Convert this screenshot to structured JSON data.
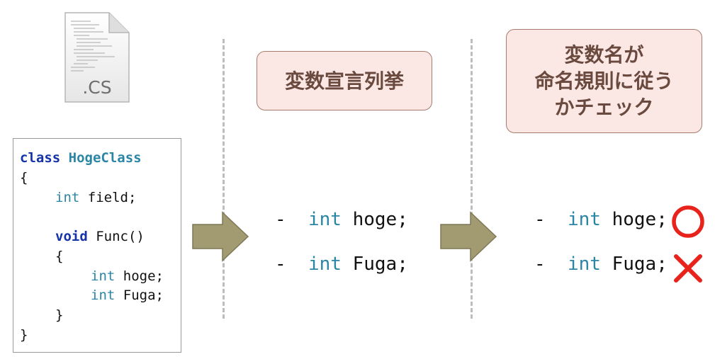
{
  "file_icon": {
    "extension_label": ".CS",
    "name": "cs-file-icon"
  },
  "code": {
    "line1_kw": "class",
    "line1_name": "HogeClass",
    "line2": "{",
    "line3_kw": "int",
    "line3_rest": " field;",
    "line4_kw": "void",
    "line4_rest": " Func()",
    "line5": "{",
    "line6_kw": "int",
    "line6_rest": " hoge;",
    "line7_kw": "int",
    "line7_rest": " Fuga;",
    "line8": "}",
    "line9": "}"
  },
  "steps": {
    "enumerate_title": "変数宣言列挙",
    "check_title_lines": [
      "変数名が",
      "命名規則に従う",
      "かチェック"
    ]
  },
  "enumerated": [
    {
      "dash": "-",
      "kw": "int",
      "name": "hoge;"
    },
    {
      "dash": "-",
      "kw": "int",
      "name": "Fuga;"
    }
  ],
  "checked": [
    {
      "dash": "-",
      "kw": "int",
      "name": "hoge;",
      "result": "pass"
    },
    {
      "dash": "-",
      "kw": "int",
      "name": "Fuga;",
      "result": "fail"
    }
  ],
  "colors": {
    "keyword_blue": "#1533a8",
    "keyword_teal": "#2b86a6",
    "box_fill": "#fbe7e4",
    "box_border": "#a87b6f",
    "box_text": "#6a4a3e",
    "arrow_fill": "#a29b72",
    "mark_red": "#e8231c"
  }
}
